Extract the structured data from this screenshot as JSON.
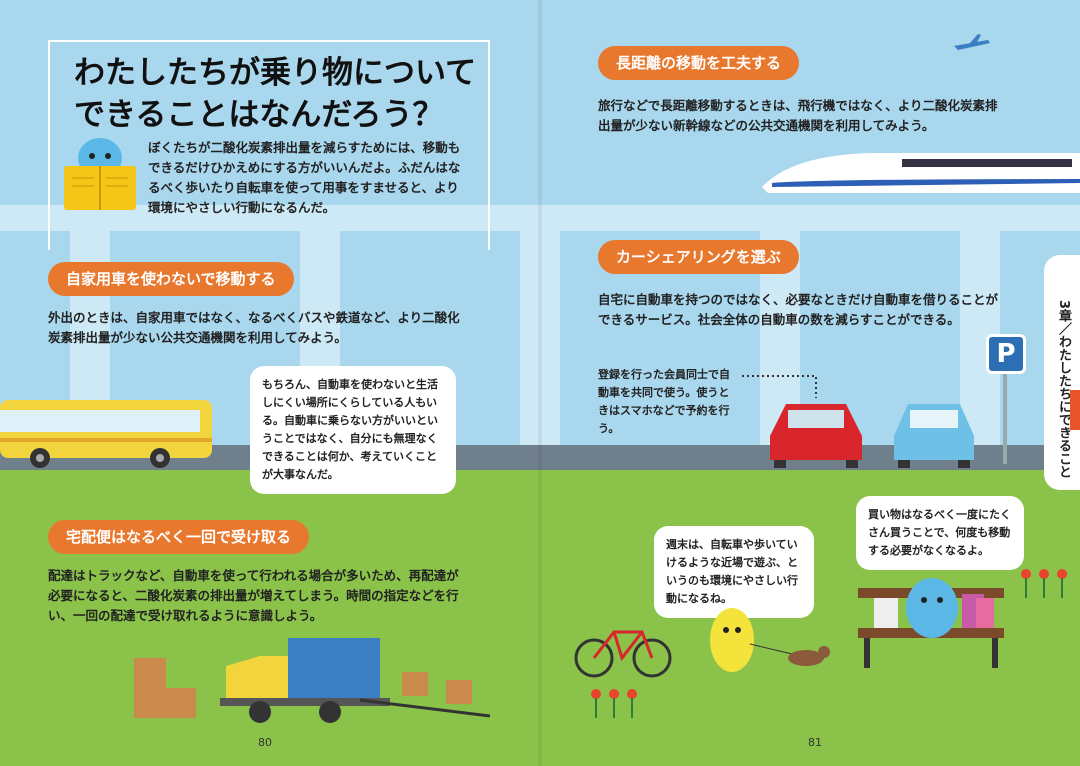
{
  "title": {
    "line1": "わたしたちが乗り物について",
    "line2": "できることはなんだろう？"
  },
  "intro": "ぼくたちが二酸化炭素排出量を減らすためには、移動もできるだけひかえめにする方がいいんだよ。ふだんはなるべく歩いたり自転車を使って用事をすませると、より環境にやさしい行動になるんだ。",
  "sections": {
    "car": {
      "heading": "自家用車を使わないで移動する",
      "body": "外出のときは、自家用車ではなく、なるべくバスや鉄道など、より二酸化炭素排出量が少ない公共交通機関を利用してみよう。"
    },
    "car_bubble": "もちろん、自動車を使わないと生活しにくい場所にくらしている人もいる。自動車に乗らない方がいいということではなく、自分にも無理なくできることは何か、考えていくことが大事なんだ。",
    "delivery": {
      "heading": "宅配便はなるべく一回で受け取る",
      "body": "配達はトラックなど、自動車を使って行われる場合が多いため、再配達が必要になると、二酸化炭素の排出量が増えてしまう。時間の指定などを行い、一回の配達で受け取れるように意識しよう。"
    },
    "long": {
      "heading": "長距離の移動を工夫する",
      "body": "旅行などで長距離移動するときは、飛行機ではなく、より二酸化炭素排出量が少ない新幹線などの公共交通機関を利用してみよう。"
    },
    "share": {
      "heading": "カーシェアリングを選ぶ",
      "body": "自宅に自動車を持つのではなく、必要なときだけ自動車を借りることができるサービス。社会全体の自動車の数を減らすことができる。",
      "note": "登録を行った会員同士で自動車を共同で使う。使うときはスマホなどで予約を行う。"
    },
    "weekend_bubble": "週末は、自転車や歩いていけるような近場で遊ぶ、というのも環境にやさしい行動になるね。",
    "shopping_bubble": "買い物はなるべく一度にたくさん買うことで、何度も移動する必要がなくなるよ。"
  },
  "chapter_tab": "3章／わたしたちにできること",
  "parking_sign": "P",
  "pages": {
    "left": "80",
    "right": "81"
  },
  "colors": {
    "accent": "#e8782d",
    "sky": "#a9d7ee",
    "grass": "#8bc34a",
    "road": "#6f7f8c"
  }
}
